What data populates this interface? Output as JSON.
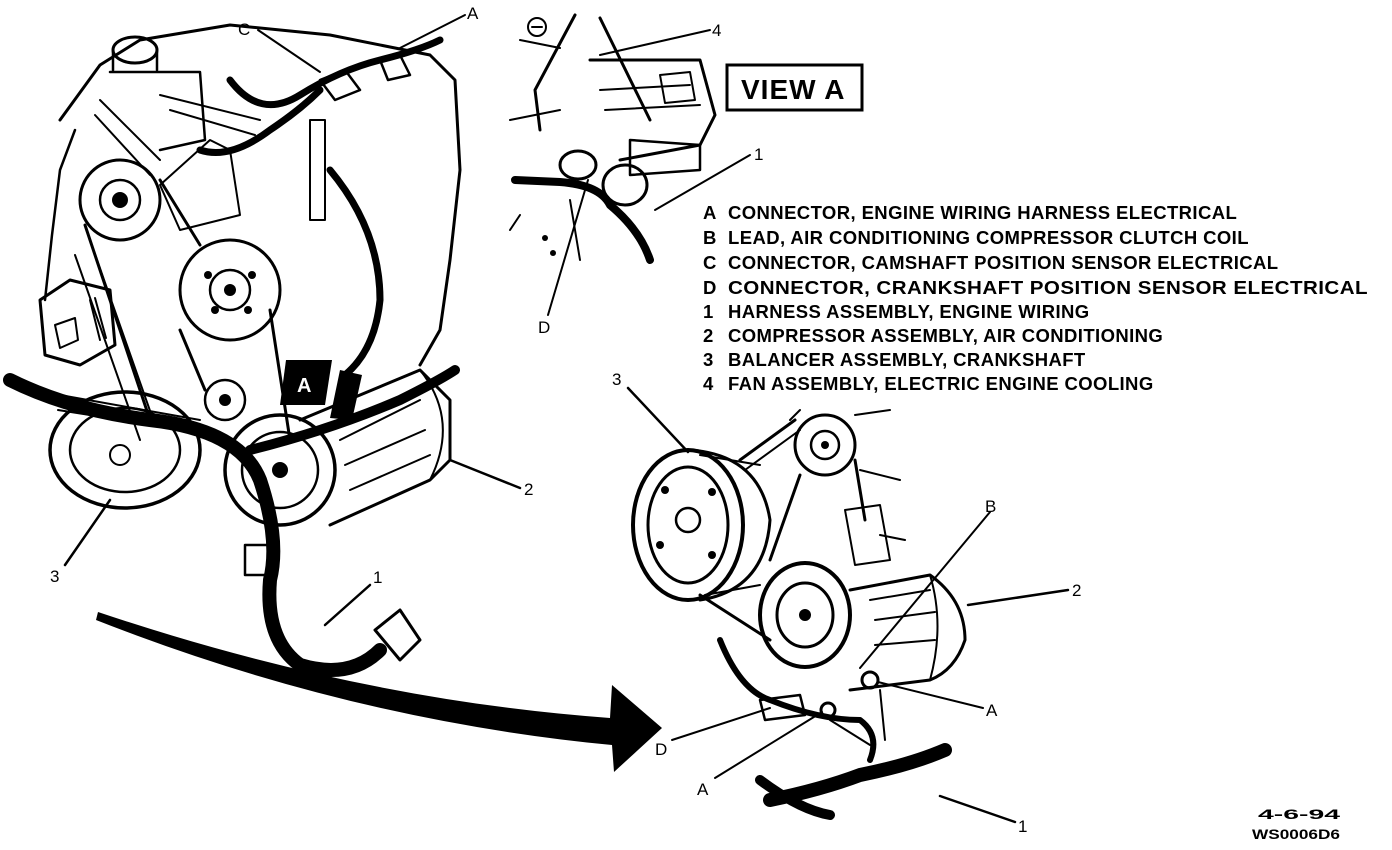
{
  "view_label": "VIEW A",
  "view_marker": "A",
  "legend": [
    {
      "key": "A",
      "text": "CONNECTOR, ENGINE WIRING HARNESS ELECTRICAL"
    },
    {
      "key": "B",
      "text": "LEAD, AIR CONDITIONING COMPRESSOR CLUTCH COIL"
    },
    {
      "key": "C",
      "text": "CONNECTOR, CAMSHAFT POSITION SENSOR ELECTRICAL"
    },
    {
      "key": "D",
      "text": "CONNECTOR, CRANKSHAFT POSITION SENSOR ELECTRICAL"
    },
    {
      "key": "1",
      "text": "HARNESS ASSEMBLY, ENGINE WIRING"
    },
    {
      "key": "2",
      "text": "COMPRESSOR ASSEMBLY, AIR CONDITIONING"
    },
    {
      "key": "3",
      "text": "BALANCER ASSEMBLY, CRANKSHAFT"
    },
    {
      "key": "4",
      "text": "FAN ASSEMBLY, ELECTRIC ENGINE COOLING"
    }
  ],
  "callouts": {
    "main": {
      "a": "A",
      "c": "C",
      "two": "2",
      "three": "3",
      "one": "1"
    },
    "inset": {
      "four": "4",
      "one": "1",
      "d": "D"
    },
    "detail": {
      "three": "3",
      "b": "B",
      "two": "2",
      "a1": "A",
      "d": "D",
      "a2": "A",
      "one": "1"
    }
  },
  "figure_date": "4-6-94",
  "figure_code": "WS0006D6"
}
